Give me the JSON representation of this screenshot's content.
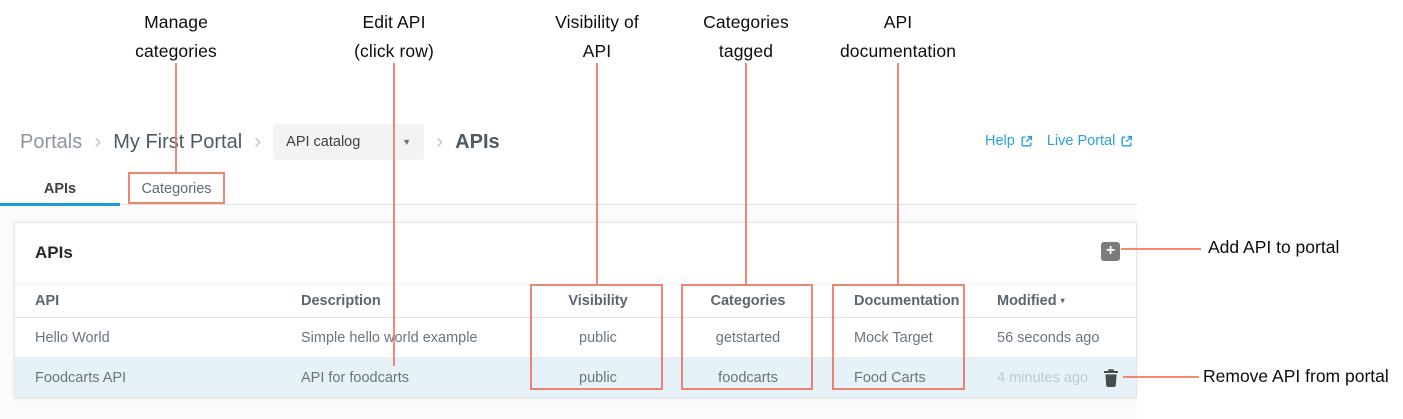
{
  "annotations": {
    "top": [
      {
        "line1": "Manage",
        "line2": "categories"
      },
      {
        "line1": "Edit API",
        "line2": "(click row)"
      },
      {
        "line1": "Visibility of",
        "line2": "API"
      },
      {
        "line1": "Categories",
        "line2": "tagged"
      },
      {
        "line1": "API",
        "line2": "documentation"
      }
    ],
    "add_api": "Add API to portal",
    "remove_api": "Remove API from portal"
  },
  "breadcrumb": {
    "separator": "›",
    "items": [
      "Portals",
      "My First Portal"
    ],
    "dropdown_value": "API catalog",
    "dropdown_caret": "▼",
    "current": "APIs"
  },
  "links": {
    "help": "Help",
    "live_portal": "Live Portal"
  },
  "tabs": {
    "apis": "APIs",
    "categories": "Categories"
  },
  "card": {
    "title": "APIs",
    "add_button": "+"
  },
  "table": {
    "columns": [
      "API",
      "Description",
      "Visibility",
      "Categories",
      "Documentation",
      "Modified"
    ],
    "sort_caret": "▾",
    "rows": [
      {
        "api": "Hello World",
        "description": "Simple hello world example",
        "visibility": "public",
        "categories": "getstarted",
        "documentation": "Mock Target",
        "modified": "56 seconds ago"
      },
      {
        "api": "Foodcarts API",
        "description": "API for foodcarts",
        "visibility": "public",
        "categories": "foodcarts",
        "documentation": "Food Carts",
        "modified": "4 minutes ago"
      }
    ]
  },
  "colors": {
    "accent_blue": "#1a9ed8",
    "link_blue": "#29a2dc",
    "annotation_red": "#ea5f49",
    "row_highlight": "#e7f2f8"
  }
}
